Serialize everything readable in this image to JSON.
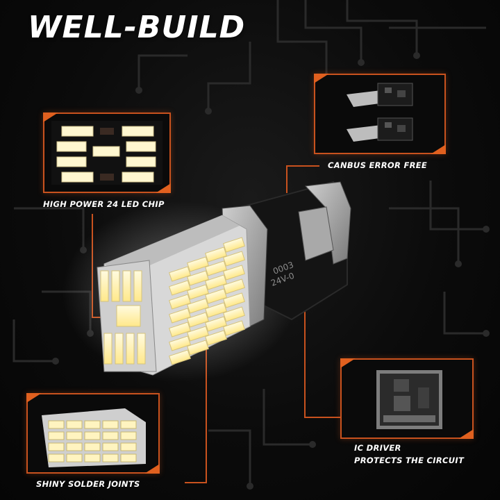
{
  "title": "WELL-BUILD",
  "accent_color": "#e0601f",
  "callouts": {
    "led_chip": "HIGH POWER 24 LED CHIP",
    "canbus": "CANBUS ERROR FREE",
    "solder": "SHINY SOLDER JOINTS",
    "ic_driver_line1": "IC DRIVER",
    "ic_driver_line2": "PROTECTS THE CIRCUIT"
  },
  "bulb_marking": {
    "line1": "0003",
    "line2": "24V-0"
  }
}
